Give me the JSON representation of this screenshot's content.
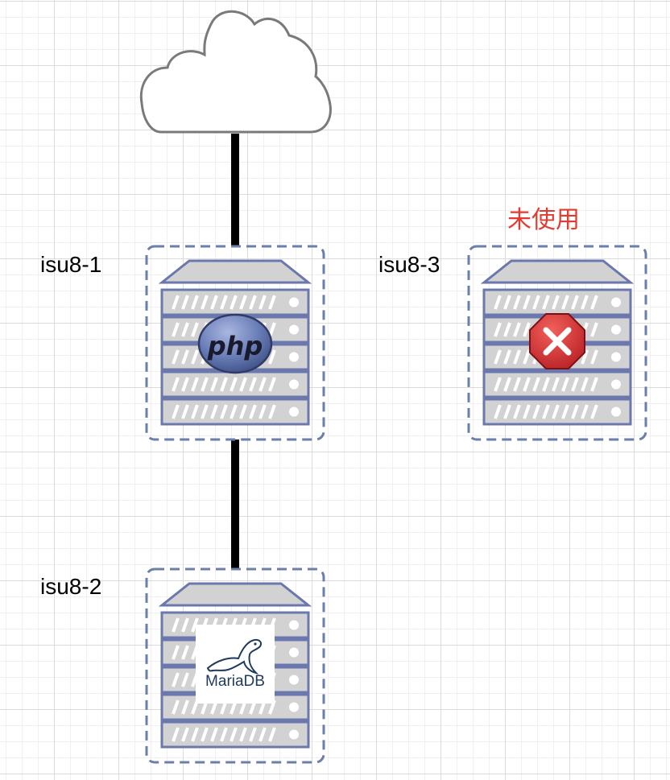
{
  "nodes": {
    "internet": {
      "icon": "cloud-icon"
    },
    "isu8_1": {
      "label": "isu8-1",
      "icon": "server-icon",
      "badge": {
        "icon": "php-logo-icon",
        "text": "php"
      }
    },
    "isu8_2": {
      "label": "isu8-2",
      "icon": "server-icon",
      "badge": {
        "icon": "mariadb-logo-icon",
        "text": "MariaDB"
      }
    },
    "isu8_3": {
      "label": "isu8-3",
      "icon": "server-icon",
      "status": "未使用",
      "badge": {
        "icon": "error-x-icon"
      }
    }
  },
  "connections": [
    {
      "from": "internet",
      "to": "isu8_1"
    },
    {
      "from": "isu8_1",
      "to": "isu8_2"
    }
  ],
  "colors": {
    "group_border": "#6b7fa8",
    "server_frame": "#6a78ad",
    "server_fill": "#d2d2d2",
    "connector": "#000000",
    "status_text": "#e03c31",
    "php_badge": "#6b7fb8",
    "error_badge": "#c8262b"
  }
}
